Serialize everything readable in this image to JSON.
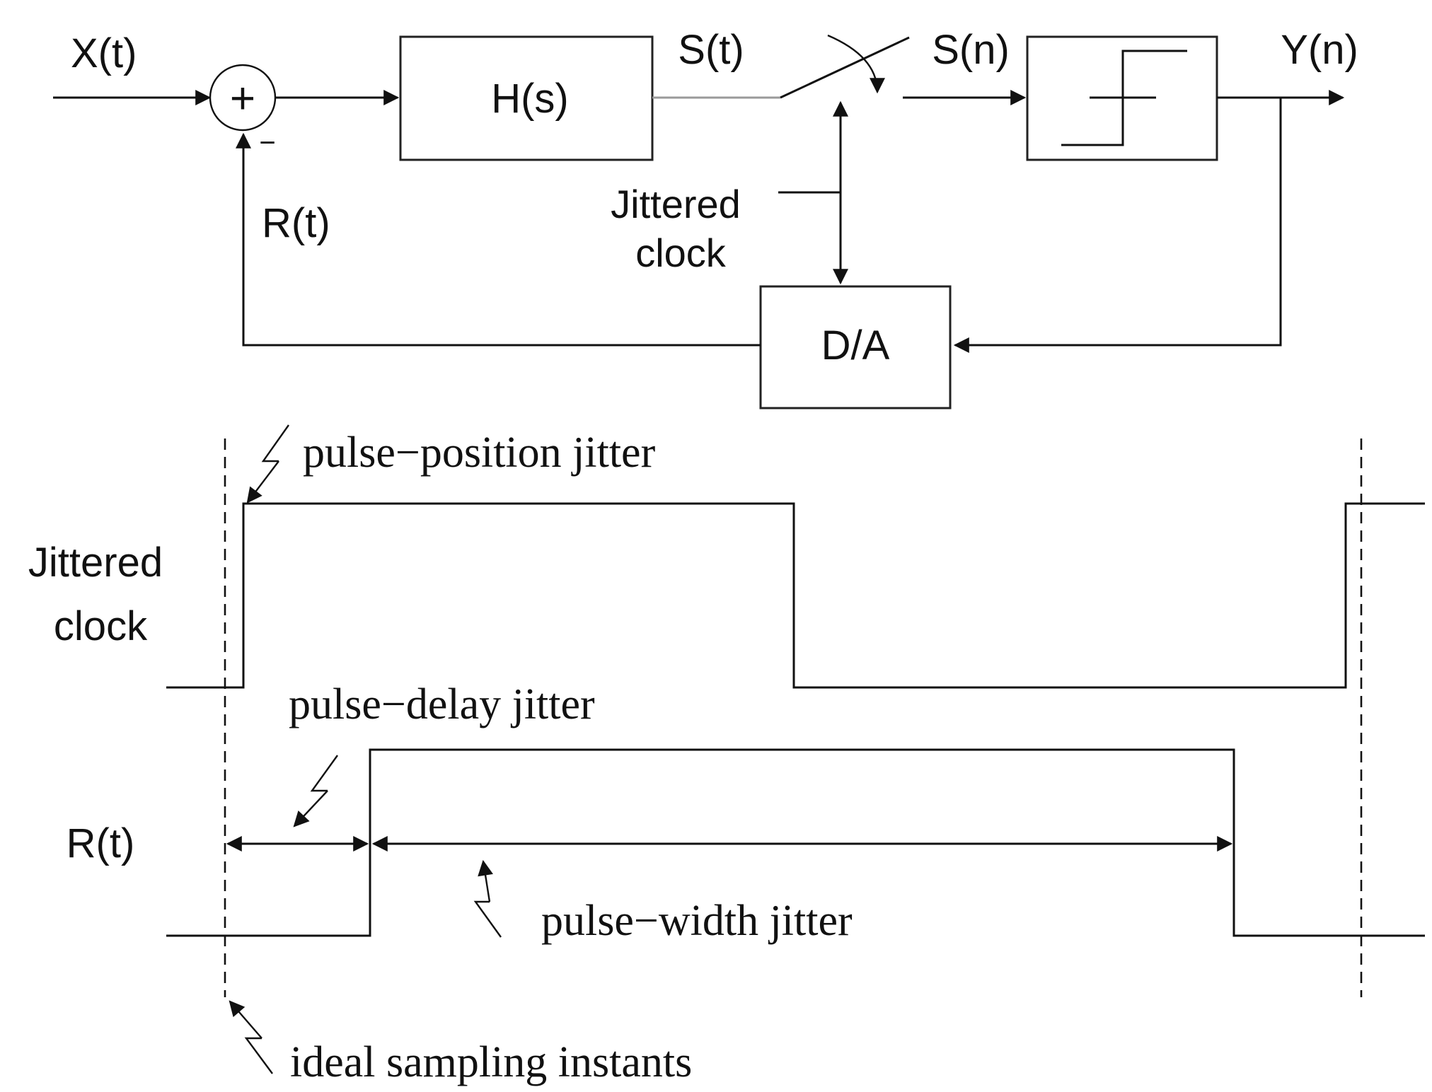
{
  "block_diagram": {
    "input_label": "X(t)",
    "filter_label": "H(s)",
    "filter_output_label": "S(t)",
    "sampled_label": "S(n)",
    "output_label": "Y(n)",
    "feedback_label": "R(t)",
    "summer_plus": "+",
    "summer_minus": "−",
    "clock_label_line1": "Jittered",
    "clock_label_line2": "clock",
    "dac_label": "D/A"
  },
  "timing_diagram": {
    "clock_row_label_line1": "Jittered",
    "clock_row_label_line2": "clock",
    "rt_row_label": "R(t)",
    "pulse_position_jitter": "pulse−position jitter",
    "pulse_delay_jitter": "pulse−delay jitter",
    "pulse_width_jitter": "pulse−width jitter",
    "ideal_sampling_instants": "ideal sampling instants"
  }
}
